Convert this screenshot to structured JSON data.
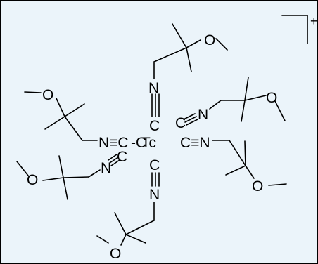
{
  "colors": {
    "background": "#ebf4fa",
    "border": "#000000",
    "ink": "#000000"
  },
  "molecule": {
    "center_atom": "Tc",
    "charge": "+",
    "labels": {
      "n": "N",
      "c": "C",
      "o": "O",
      "dash_c": "-C",
      "triple_bond": "≡",
      "cn_equatorial": "C≡N",
      "nc_equatorial": "N≡C"
    }
  }
}
